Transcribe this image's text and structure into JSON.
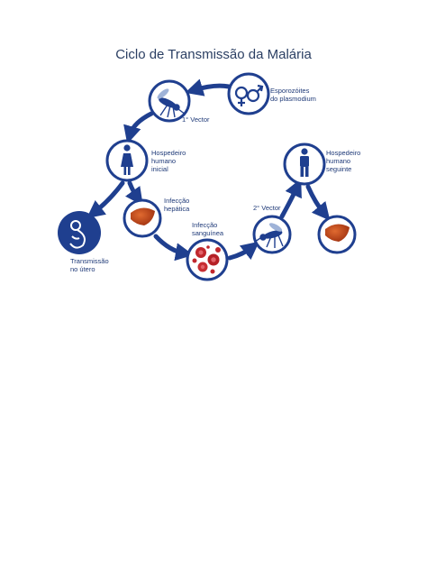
{
  "title": "Ciclo de Transmissão da Malária",
  "colors": {
    "primary": "#1f3f8f",
    "text": "#1f3a78",
    "liver": "#b43a14",
    "blood": "#c0272d"
  },
  "nodes": {
    "sporozoites": {
      "icon": "gender-symbols-icon",
      "label": [
        "Esporozóites",
        "do plasmodium"
      ]
    },
    "vector1": {
      "icon": "mosquito-icon",
      "label": [
        "1° Vector"
      ]
    },
    "host_initial": {
      "icon": "female-person-icon",
      "label": [
        "Hospedeiro",
        "humano",
        "inicial"
      ]
    },
    "in_utero": {
      "icon": "fetus-icon",
      "label": [
        "Transmissão",
        "no útero"
      ]
    },
    "liver1": {
      "icon": "liver-icon",
      "label": [
        "Infecção",
        "hepática"
      ]
    },
    "blood": {
      "icon": "blood-cells-icon",
      "label": [
        "Infecção",
        "sanguínea"
      ]
    },
    "vector2": {
      "icon": "mosquito-icon",
      "label": [
        "2° Vector"
      ]
    },
    "host_next": {
      "icon": "male-person-icon",
      "label": [
        "Hospedeiro",
        "humano",
        "seguinte"
      ]
    },
    "liver2": {
      "icon": "liver-icon"
    }
  }
}
